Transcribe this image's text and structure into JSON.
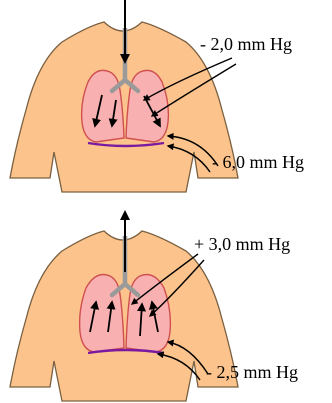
{
  "panels": [
    {
      "phase": "inspiration",
      "alveolar_pressure": "- 2,0 mm Hg",
      "pleural_pressure": "- 6,0 mm Hg"
    },
    {
      "phase": "expiration",
      "alveolar_pressure": "+ 3,0 mm Hg",
      "pleural_pressure": "- 2,5 mm Hg"
    }
  ],
  "colors": {
    "skin": "#fcc48c",
    "skin_outline": "#7a6040",
    "lung_fill": "#f8b0b0",
    "lung_outline": "#d05050",
    "trachea": "#9a9a9a",
    "diaphragm": "#7a1aa0",
    "line": "#000000"
  },
  "icons": {
    "airflow_in": "arrow-down-icon",
    "airflow_out": "arrow-up-icon"
  }
}
